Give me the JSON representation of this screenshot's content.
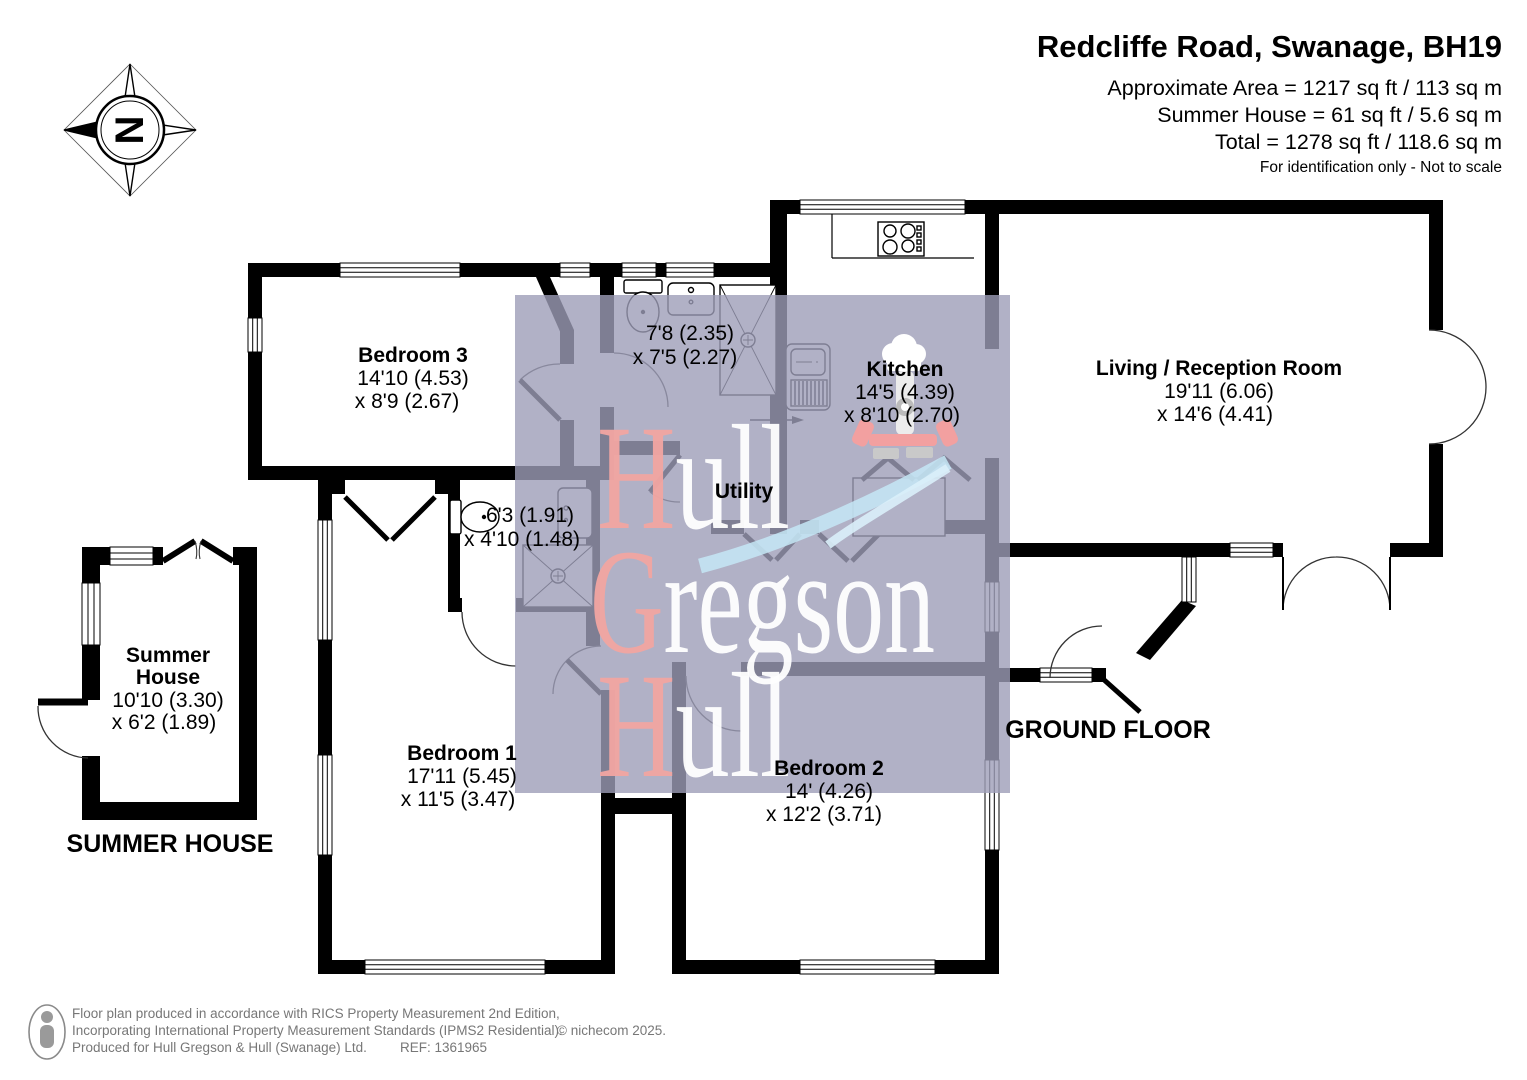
{
  "header": {
    "title": "Redcliffe Road, Swanage, BH19",
    "area_line1": "Approximate Area = 1217 sq ft / 113 sq m",
    "area_line2": "Summer House = 61 sq ft / 5.6 sq m",
    "area_line3": "Total = 1278 sq ft / 118.6 sq m",
    "disclaimer": "For identification only - Not to scale"
  },
  "compass": {
    "letter": "N"
  },
  "rooms": {
    "bedroom3": {
      "name": "Bedroom 3",
      "dim1": "14'10 (4.53)",
      "dim2": "x 8'9 (2.67)"
    },
    "bathroom": {
      "dim1": "7'8 (2.35)",
      "dim2": "x 7'5 (2.27)"
    },
    "kitchen": {
      "name": "Kitchen",
      "dim1": "14'5 (4.39)",
      "dim2": "x 8'10 (2.70)"
    },
    "living": {
      "name": "Living / Reception Room",
      "dim1": "19'11 (6.06)",
      "dim2": "x 14'6 (4.41)"
    },
    "utility": {
      "name": "Utility"
    },
    "ensuite": {
      "dim1": "6'3 (1.91)",
      "dim2": "x 4'10 (1.48)"
    },
    "bedroom1": {
      "name": "Bedroom 1",
      "dim1": "17'11 (5.45)",
      "dim2": "x 11'5 (3.47)"
    },
    "bedroom2": {
      "name": "Bedroom 2",
      "dim1": "14' (4.26)",
      "dim2": "x 12'2 (3.71)"
    },
    "summerhouse": {
      "name1": "Summer",
      "name2": "House",
      "dim1": "10'10 (3.30)",
      "dim2": "x 6'2 (1.89)"
    }
  },
  "floor_labels": {
    "ground": "GROUND FLOOR",
    "summer": "SUMMER HOUSE"
  },
  "watermark": {
    "line1_cap": "H",
    "line1_rest": "ull",
    "line2_cap": "G",
    "line2_rest": "regson",
    "line3_cap": "H",
    "line3_rest": "ull",
    "cap_color": "#f2a6a2",
    "rest_color": "#ffffff",
    "overlay_color": "#9d9db8"
  },
  "footer": {
    "line1": "Floor plan produced in accordance with RICS Property Measurement 2nd Edition,",
    "line2": "Incorporating International Property Measurement Standards (IPMS2 Residential).",
    "line3": "Produced for Hull Gregson & Hull (Swanage) Ltd.",
    "ref": "REF: 1361965",
    "copyright": "© nichecom 2025."
  }
}
